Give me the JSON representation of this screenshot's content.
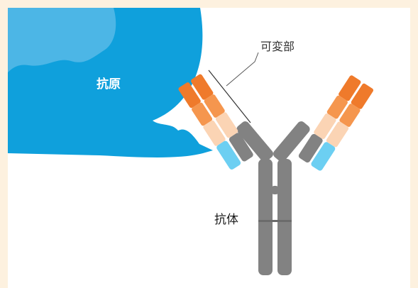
{
  "labels": {
    "antigen": "抗原",
    "variable_region": "可変部",
    "antibody": "抗体"
  },
  "colors": {
    "background": "#fdf1df",
    "panel": "#ffffff",
    "antigen_main": "#0fa0dc",
    "antigen_light": "#4cb6e6",
    "heavy_chain": "#828282",
    "light_chain_constant": "#6ccff2",
    "variable_region_light": "#fbd4b4",
    "variable_region_dark": "#ef7a2b",
    "variable_region_mid": "#f5964e"
  }
}
